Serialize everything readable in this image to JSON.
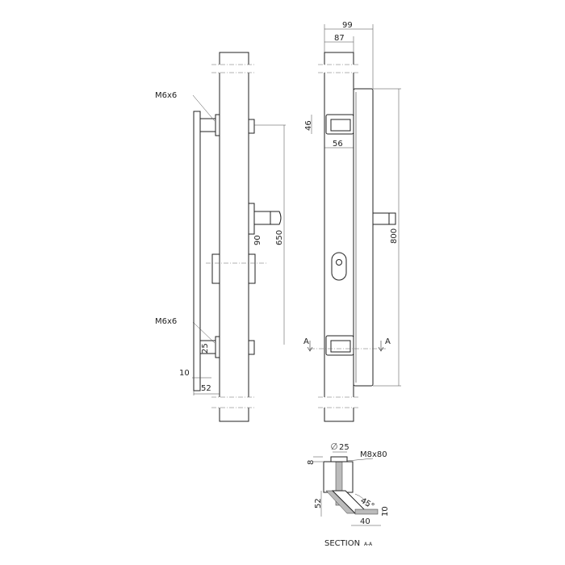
{
  "side_view": {
    "thread_top": "M6x6",
    "thread_bottom": "M6x6",
    "dim_25": "25",
    "dim_10": "10",
    "dim_52": "52",
    "dim_90": "90",
    "dim_650": "650"
  },
  "front_view": {
    "dim_99": "99",
    "dim_87": "87",
    "dim_46": "46",
    "dim_56": "56",
    "dim_800": "800",
    "section_mark_left": "A",
    "section_mark_right": "A"
  },
  "section": {
    "diameter": "25",
    "bolt": "M8x80",
    "dim_8": "8",
    "dim_52": "52",
    "angle": "45°",
    "dim_10": "10",
    "dim_40": "40",
    "title": "SECTION",
    "title_suffix": "A-A"
  }
}
